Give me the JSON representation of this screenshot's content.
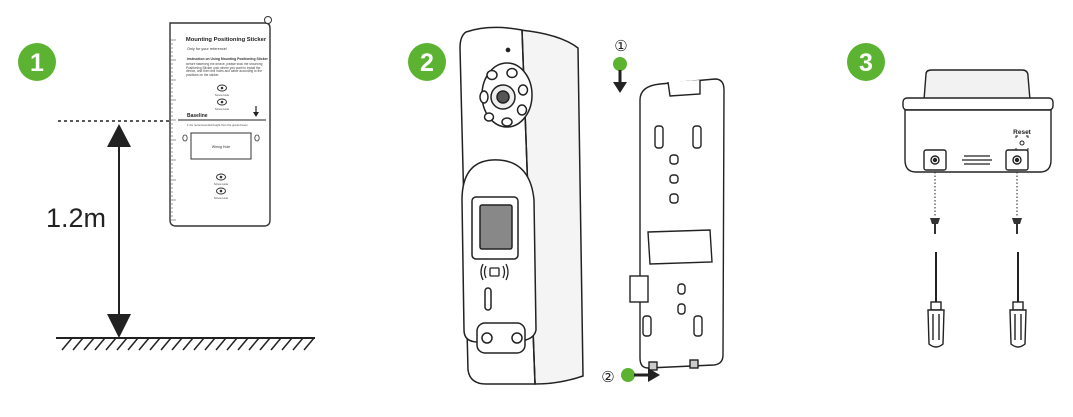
{
  "steps": {
    "one": {
      "badge": "1",
      "height_label": "1.2m"
    },
    "two": {
      "badge": "2",
      "sub_one": "①",
      "sub_two": "②"
    },
    "three": {
      "badge": "3",
      "reset_label": "Reset"
    }
  },
  "sticker": {
    "title": "Mounting Positioning Sticker",
    "subtitle": "Only for your reference!",
    "instruction_heading": "Instruction on Using Mounting Positioning Sticker",
    "instruction_body": "Before fastening the device, please stick the Mounting Positioning Sticker onto where you want to install the device, and then drill holes and cable according to the positions on the sticker.",
    "hole_label": "Screw Hole",
    "baseline_label": "Baseline",
    "baseline_note": "1.2m recommended height from the ground level",
    "wiring_label": "Wiring Hole"
  },
  "colors": {
    "badge": "#5bb331",
    "line": "#222222",
    "gray": "#888888"
  }
}
